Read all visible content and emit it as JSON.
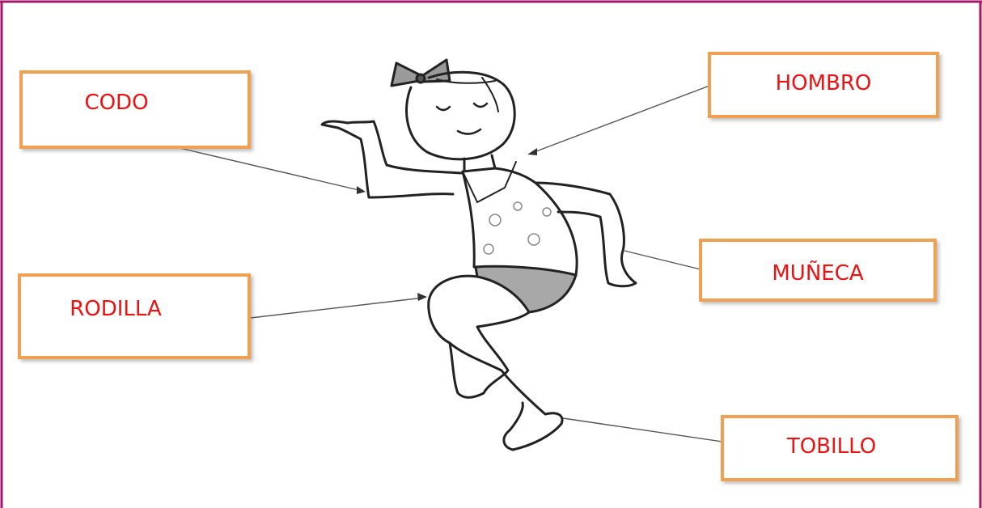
{
  "labels": {
    "codo": "CODO",
    "hombro": "HOMBRO",
    "muneca": "MUÑECA",
    "rodilla": "RODILLA",
    "tobillo": "TOBILLO"
  },
  "colors": {
    "frame": "#a01a6a",
    "box_border": "#f0a050",
    "label_text": "#ee1111",
    "lines": "#555555"
  },
  "icons": {
    "figure": "dancing-girl-illustration"
  }
}
